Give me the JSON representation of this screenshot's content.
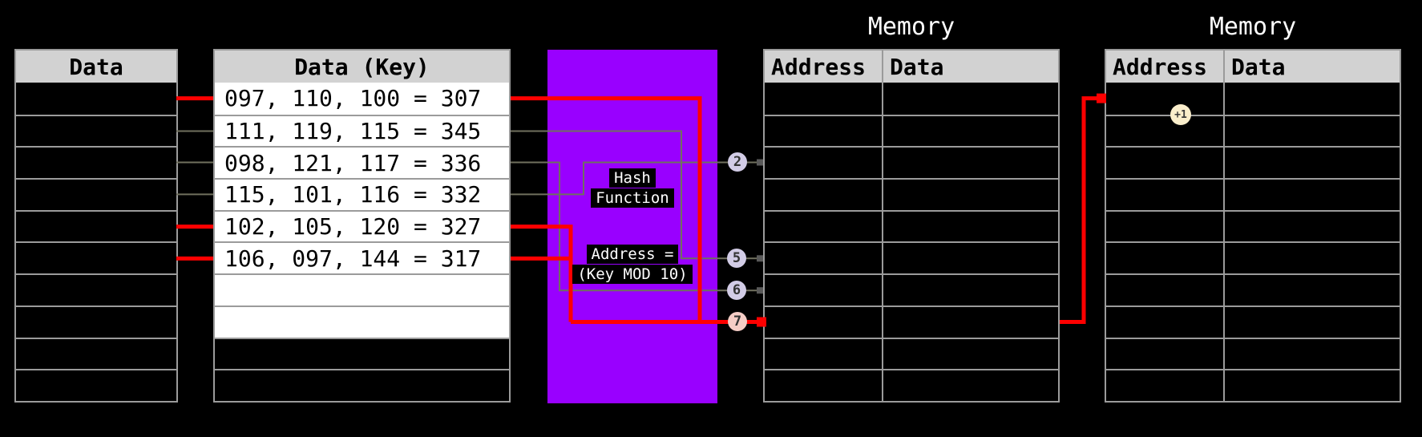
{
  "colors": {
    "background": "#000000",
    "red_path": "#ff0000",
    "hash_box": "#9900ff",
    "table_header_bg": "#d2d2d2",
    "table_border": "#9b9b9b",
    "connector_gray": "#70705e",
    "bubble_lavender": "#d2cce6",
    "bubble_pink": "#f5cdc6",
    "increment_bubble_bg": "#faeecb"
  },
  "data_table": {
    "header": "Data",
    "empty_row_count": 10
  },
  "key_table": {
    "header": "Data (Key)",
    "rows": [
      "097, 110, 100 = 307",
      "111, 119, 115 = 345",
      "098, 121, 117 = 336",
      "115, 101, 116 = 332",
      "102, 105, 120 = 327",
      "106, 097, 144 = 317"
    ]
  },
  "hash_box": {
    "title_lines": [
      "Hash",
      "Function"
    ],
    "formula_lines": [
      "Address =",
      "(Key MOD 10)"
    ]
  },
  "address_bubbles": [
    {
      "label": "2"
    },
    {
      "label": "5"
    },
    {
      "label": "6"
    },
    {
      "label": "7"
    }
  ],
  "memory_tables": {
    "left": {
      "title": "Memory",
      "columns": [
        "Address",
        "Data"
      ],
      "empty_row_count": 10
    },
    "right": {
      "title": "Memory",
      "columns": [
        "Address",
        "Data"
      ],
      "empty_row_count": 10
    }
  },
  "increment_bubble": {
    "label": "+1"
  },
  "connections": [
    {
      "key": "307",
      "address": "7",
      "color": "red"
    },
    {
      "key": "345",
      "address": "5",
      "color": "gray"
    },
    {
      "key": "336",
      "address": "6",
      "color": "gray"
    },
    {
      "key": "332",
      "address": "2",
      "color": "gray"
    },
    {
      "key": "327",
      "address": "7",
      "color": "red"
    },
    {
      "key": "317",
      "address": "7",
      "color": "red"
    }
  ]
}
